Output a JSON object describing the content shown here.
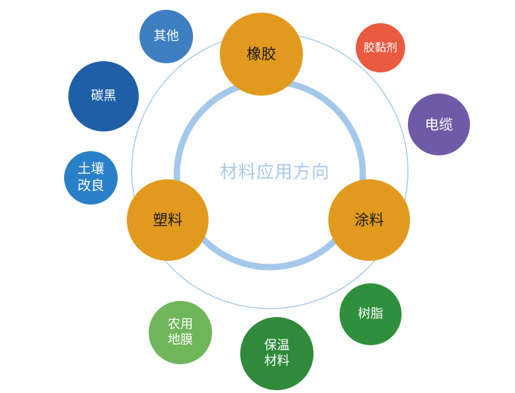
{
  "center_label": "材料应用方向",
  "main_nodes": [
    {
      "label": "橡胶",
      "color": "#e29a1e"
    },
    {
      "label": "涂料",
      "color": "#e29a1e"
    },
    {
      "label": "塑料",
      "color": "#e29a1e"
    }
  ],
  "satellites": [
    {
      "label": "其他",
      "color": "#3d7fc0"
    },
    {
      "label": "碳黑",
      "color": "#1f5fa8"
    },
    {
      "label": "土壤\n改良",
      "color": "#2a80c8"
    },
    {
      "label": "胶黏剂",
      "color": "#ea5a40"
    },
    {
      "label": "电缆",
      "color": "#6e5aa6"
    },
    {
      "label": "树脂",
      "color": "#2e8f3c"
    },
    {
      "label": "保温\n材料",
      "color": "#2f8a3b"
    },
    {
      "label": "农用\n地膜",
      "color": "#6fb65a"
    }
  ],
  "colors": {
    "outer_ring": "#a9cbe8",
    "inner_ring": "#a3c8ea"
  }
}
